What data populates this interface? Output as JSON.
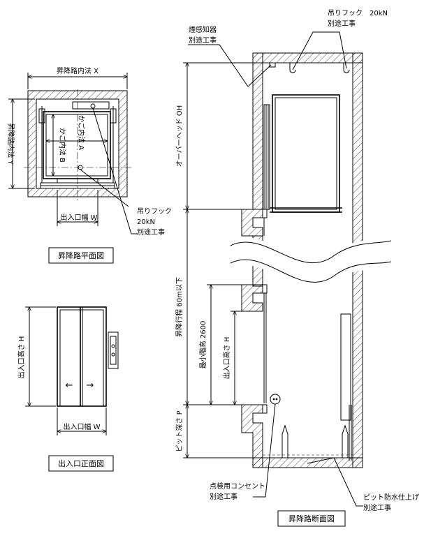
{
  "plan": {
    "title": "昇降路平面図",
    "width_label": "昇降路内法 X",
    "depth_label": "昇降路内法 Y",
    "car_width_label": "かご内法 A",
    "car_depth_label": "かご内法 B",
    "door_width_label": "出入口幅 W",
    "hook_label_1": "吊りフック",
    "hook_label_2": "20kN",
    "hook_label_3": "別途工事"
  },
  "front": {
    "title": "出入口正面図",
    "height_label": "出入口高さ H",
    "door_width_label": "出入口幅 W",
    "arrow_left": "←",
    "arrow_right": "→"
  },
  "section": {
    "title": "昇降路断面図",
    "hook_label_1": "吊りフック　20kN",
    "hook_label_2": "別途工事",
    "smoke_label_1": "煙感知器",
    "smoke_label_2": "別途工事",
    "overhead_label": "オーバーヘッド OH",
    "travel_label": "昇降行程 60m以下",
    "floor_height_label": "最小階高 2600",
    "door_height_label": "出入口高さ H",
    "pit_label": "ピット深さ P",
    "outlet_label_1": "点検用コンセント",
    "outlet_label_2": "別途工事",
    "pit_finish_label_1": "ピット防水仕上げ",
    "pit_finish_label_2": "別途工事"
  }
}
